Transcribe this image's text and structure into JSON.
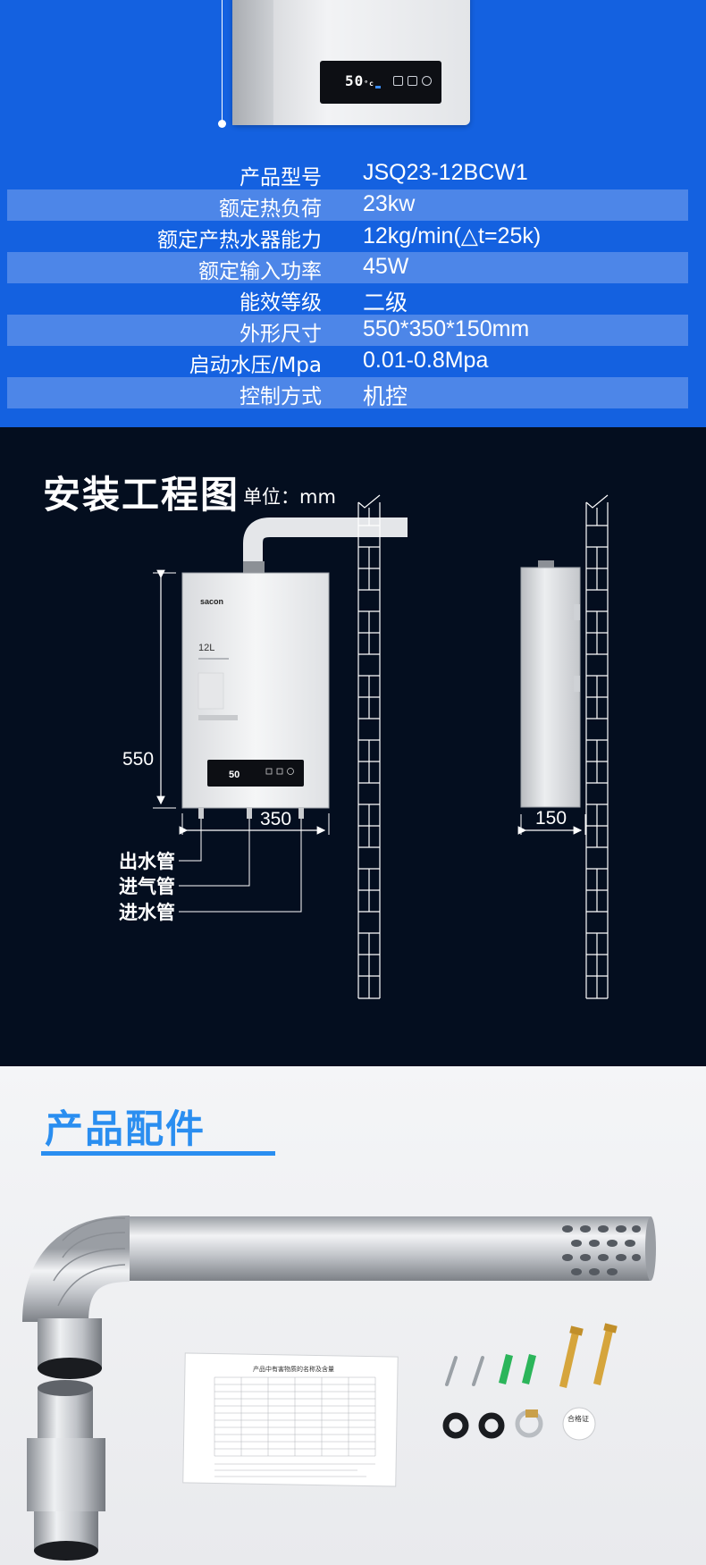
{
  "product_panel": {
    "display_temp": "50",
    "display_unit": "°c"
  },
  "specs": [
    {
      "label": "产品型号",
      "value": "JSQ23-12BCW1"
    },
    {
      "label": "额定热负荷",
      "value": "23kw"
    },
    {
      "label": "额定产热水器能力",
      "value": "12kg/min(△t=25k)"
    },
    {
      "label": "额定输入功率",
      "value": "45W"
    },
    {
      "label": "能效等级",
      "value": "二级"
    },
    {
      "label": "外形尺寸",
      "value": "550*350*150mm"
    },
    {
      "label": "启动水压/Mpa",
      "value": "0.01-0.8Mpa"
    },
    {
      "label": "控制方式",
      "value": "机控"
    }
  ],
  "installation": {
    "title": "安装工程图",
    "unit": "单位：mm",
    "dim_height": "550",
    "dim_width": "350",
    "dim_depth": "150",
    "brand": "sacon",
    "capacity": "12L",
    "pipes": [
      "出水管",
      "进气管",
      "进水管"
    ]
  },
  "accessories": {
    "title": "产品配件",
    "doc_title": "产品中有害物质的名称及含量",
    "tag_text": "合格证"
  },
  "colors": {
    "spec_bg": "#1461e0",
    "spec_row_alt": "#4d86e8",
    "install_bg": "#040e1f",
    "accent": "#2a8ef0"
  }
}
